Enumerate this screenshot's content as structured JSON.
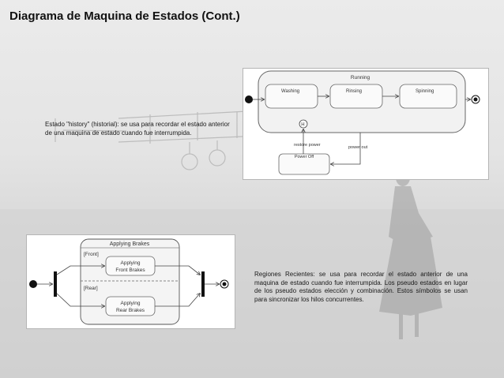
{
  "slide": {
    "title": "Diagrama de Maquina de Estados (Cont.)"
  },
  "history_caption": "Estado \"history\" (historial): se usa para recordar el estado anterior de una maquina de estado cuando fue interrumpida.",
  "regions_caption": "Regiones Recientes: se usa para recordar el estado anterior de una maquina de estado cuando fue interrumpida. Los pseudo estados en lugar de los pseudo estados elección y combinación. Estos símbolos se usan para sincronizar los hilos concurrentes.",
  "history_diagram": {
    "composite_label": "Running",
    "states": [
      "Washing",
      "Rinsing",
      "Spinning"
    ],
    "history_symbol": "H",
    "restore_label": "restore power",
    "power_out_label": "power out",
    "power_off_label": "Power Off"
  },
  "regions_diagram": {
    "composite_label": "Applying Brakes",
    "region_front": "[Front]",
    "region_rear": "[Rear]",
    "front_line1": "Applying",
    "front_line2": "Front Brakes",
    "rear_line1": "Applying",
    "rear_line2": "Rear Brakes"
  }
}
